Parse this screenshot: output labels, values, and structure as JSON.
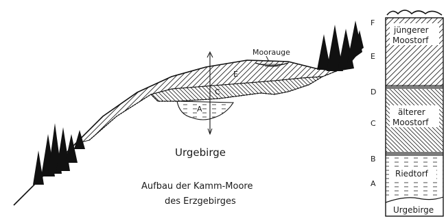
{
  "figure": {
    "cross_section": {
      "feature_label": "Moorauge",
      "layer_labels": [
        "A",
        "C",
        "E"
      ],
      "bedrock_label": "Urgebirge",
      "caption_line1": "Aufbau der Kamm-Moore",
      "caption_line2": "des Erzgebirges"
    },
    "column": {
      "levels": [
        "F",
        "E",
        "D",
        "C",
        "B",
        "A"
      ],
      "units": [
        {
          "line1": "jüngerer",
          "line2": "Moostorf"
        },
        {
          "line1": "älterer",
          "line2": "Moostorf"
        },
        {
          "line1": "Riedtorf",
          "line2": ""
        }
      ],
      "base_label": "Urgebirge"
    }
  }
}
